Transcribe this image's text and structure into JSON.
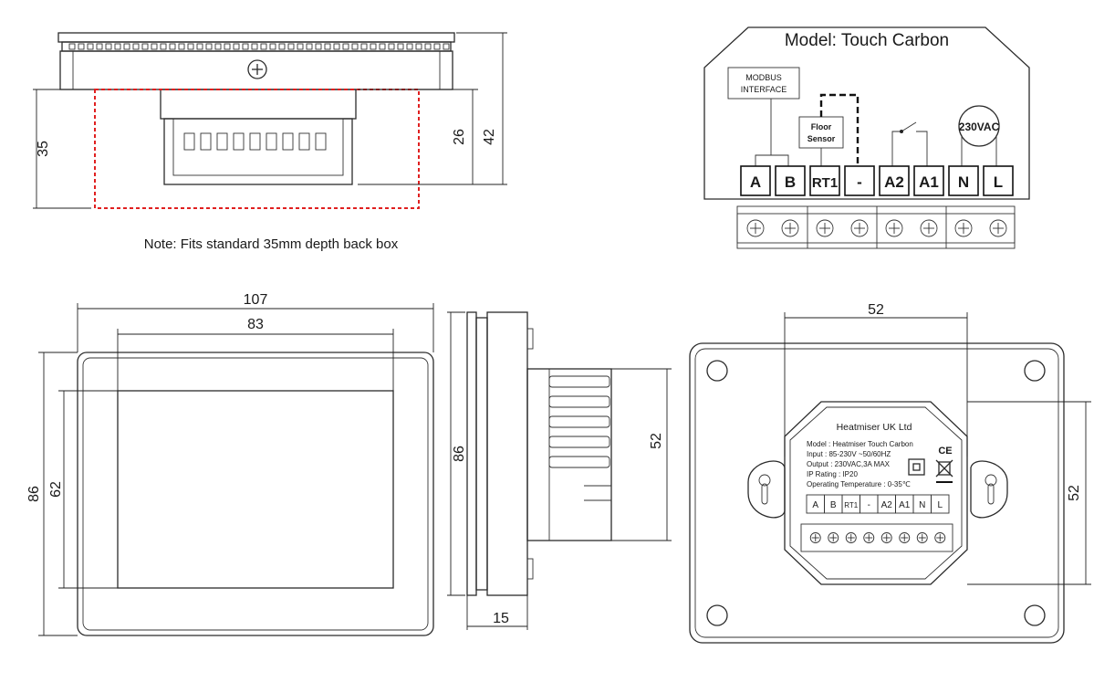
{
  "side_view": {
    "dim_35": "35",
    "dim_26": "26",
    "dim_42": "42",
    "note": "Note: Fits standard 35mm depth back box"
  },
  "wiring": {
    "title": "Model: Touch Carbon",
    "modbus_line1": "MODBUS",
    "modbus_line2": "INTERFACE",
    "floor_line1": "Floor",
    "floor_line2": "Sensor",
    "supply": "230VAC",
    "terminals": [
      "A",
      "B",
      "RT1",
      "-",
      "A2",
      "A1",
      "N",
      "L"
    ]
  },
  "front_view": {
    "dim_107": "107",
    "dim_83": "83",
    "dim_86": "86",
    "dim_62": "62"
  },
  "profile_view": {
    "dim_86": "86",
    "dim_52": "52",
    "dim_15": "15"
  },
  "rear_view": {
    "dim_52_top": "52",
    "dim_52_side": "52",
    "company": "Heatmiser UK Ltd",
    "label_lines": [
      "Model :  Heatmiser Touch Carbon",
      "Input :  85-230V   ~50/60HZ",
      "Output :  230VAC,3A MAX",
      "IP Rating :  IP20",
      "Operating Temperature : 0-35℃"
    ],
    "ce_mark": "CE",
    "terminals": [
      "A",
      "B",
      "RT1",
      "-",
      "A2",
      "A1",
      "N",
      "L"
    ]
  }
}
